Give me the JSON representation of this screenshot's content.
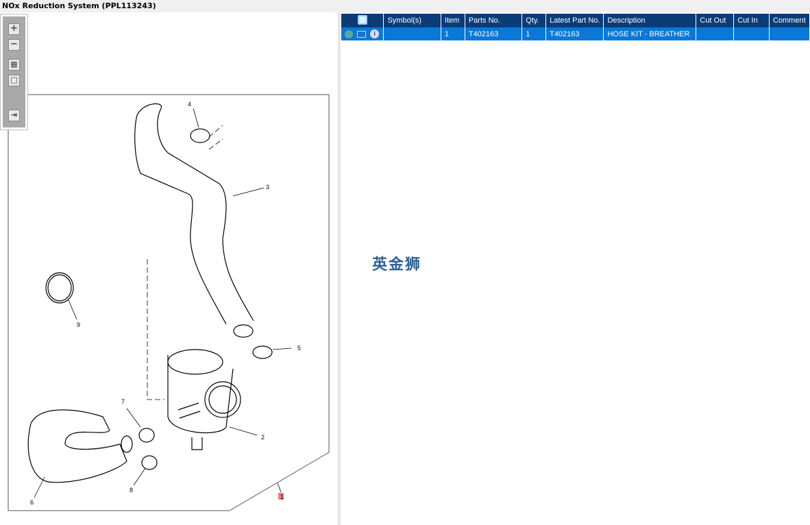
{
  "title": "NOx Reduction System (PPL113243)",
  "toolbar": {
    "zoom_in": "+",
    "zoom_out": "−",
    "fit_all": "▦",
    "fit_window": "□",
    "export": "⇥"
  },
  "table": {
    "headers": [
      "",
      "Symbol(s)",
      "Item",
      "Parts No.",
      "Qty.",
      "Latest Part No.",
      "Description",
      "Cut Out",
      "Cut In",
      "Comment"
    ],
    "rows": [
      {
        "symbols": "",
        "item": "1",
        "parts_no": "T402163",
        "qty": "1",
        "latest_part_no": "T402163",
        "description": "HOSE KIT - BREATHER",
        "cut_out": "",
        "cut_in": "",
        "comment": ""
      }
    ]
  },
  "diagram": {
    "callouts": [
      "1",
      "2",
      "3",
      "4",
      "5",
      "6",
      "7",
      "8",
      "9"
    ]
  },
  "watermark": "英金狮",
  "colors": {
    "header": "#0b3c78",
    "selected_row": "#0a78d6"
  }
}
